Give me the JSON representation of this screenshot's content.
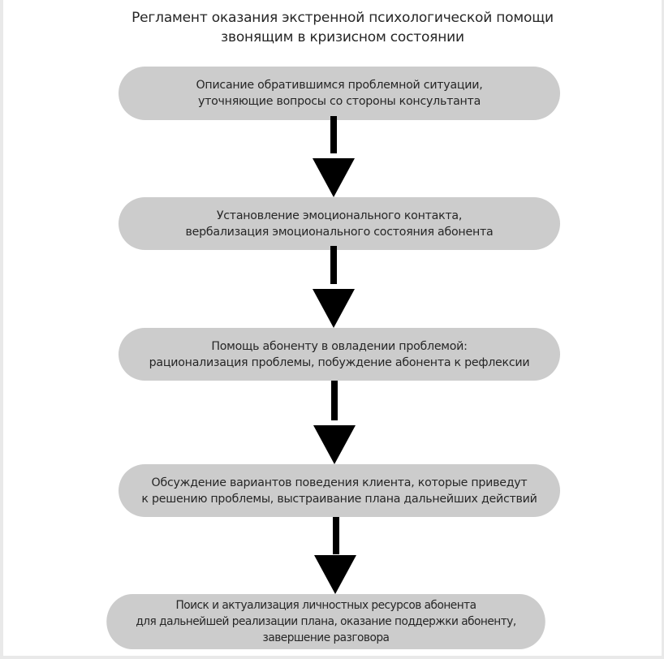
{
  "diagram": {
    "title_lines": [
      "Регламент оказания экстренной психологической помощи",
      "звонящим в кризисном состоянии"
    ],
    "colors": {
      "box_fill": "#cccccc",
      "arrow": "#000000",
      "text": "#262626",
      "background": "#ffffff"
    },
    "steps": [
      {
        "lines": [
          "Описание обратившимся проблемной ситуации,",
          "уточняющие вопросы со стороны консультанта"
        ]
      },
      {
        "lines": [
          "Установление эмоционального контакта,",
          "вербализация эмоционального состояния абонента"
        ]
      },
      {
        "lines": [
          "Помощь абоненту в овладении проблемой:",
          "рационализация проблемы, побуждение абонента к рефлексии"
        ]
      },
      {
        "lines": [
          "Обсуждение вариантов поведения клиента, которые приведут",
          "к решению проблемы, выстраивание плана дальнейших действий"
        ]
      },
      {
        "lines": [
          "Поиск и актуализация личностных ресурсов абонента",
          "для дальнейшей реализации плана, оказание поддержки абоненту,",
          "завершение разговора"
        ]
      }
    ],
    "connectors": [
      {
        "from": 1,
        "to": 2,
        "type": "arrow-down"
      },
      {
        "from": 2,
        "to": 3,
        "type": "arrow-down"
      },
      {
        "from": 3,
        "to": 4,
        "type": "arrow-down"
      },
      {
        "from": 4,
        "to": 5,
        "type": "arrow-down"
      }
    ]
  }
}
